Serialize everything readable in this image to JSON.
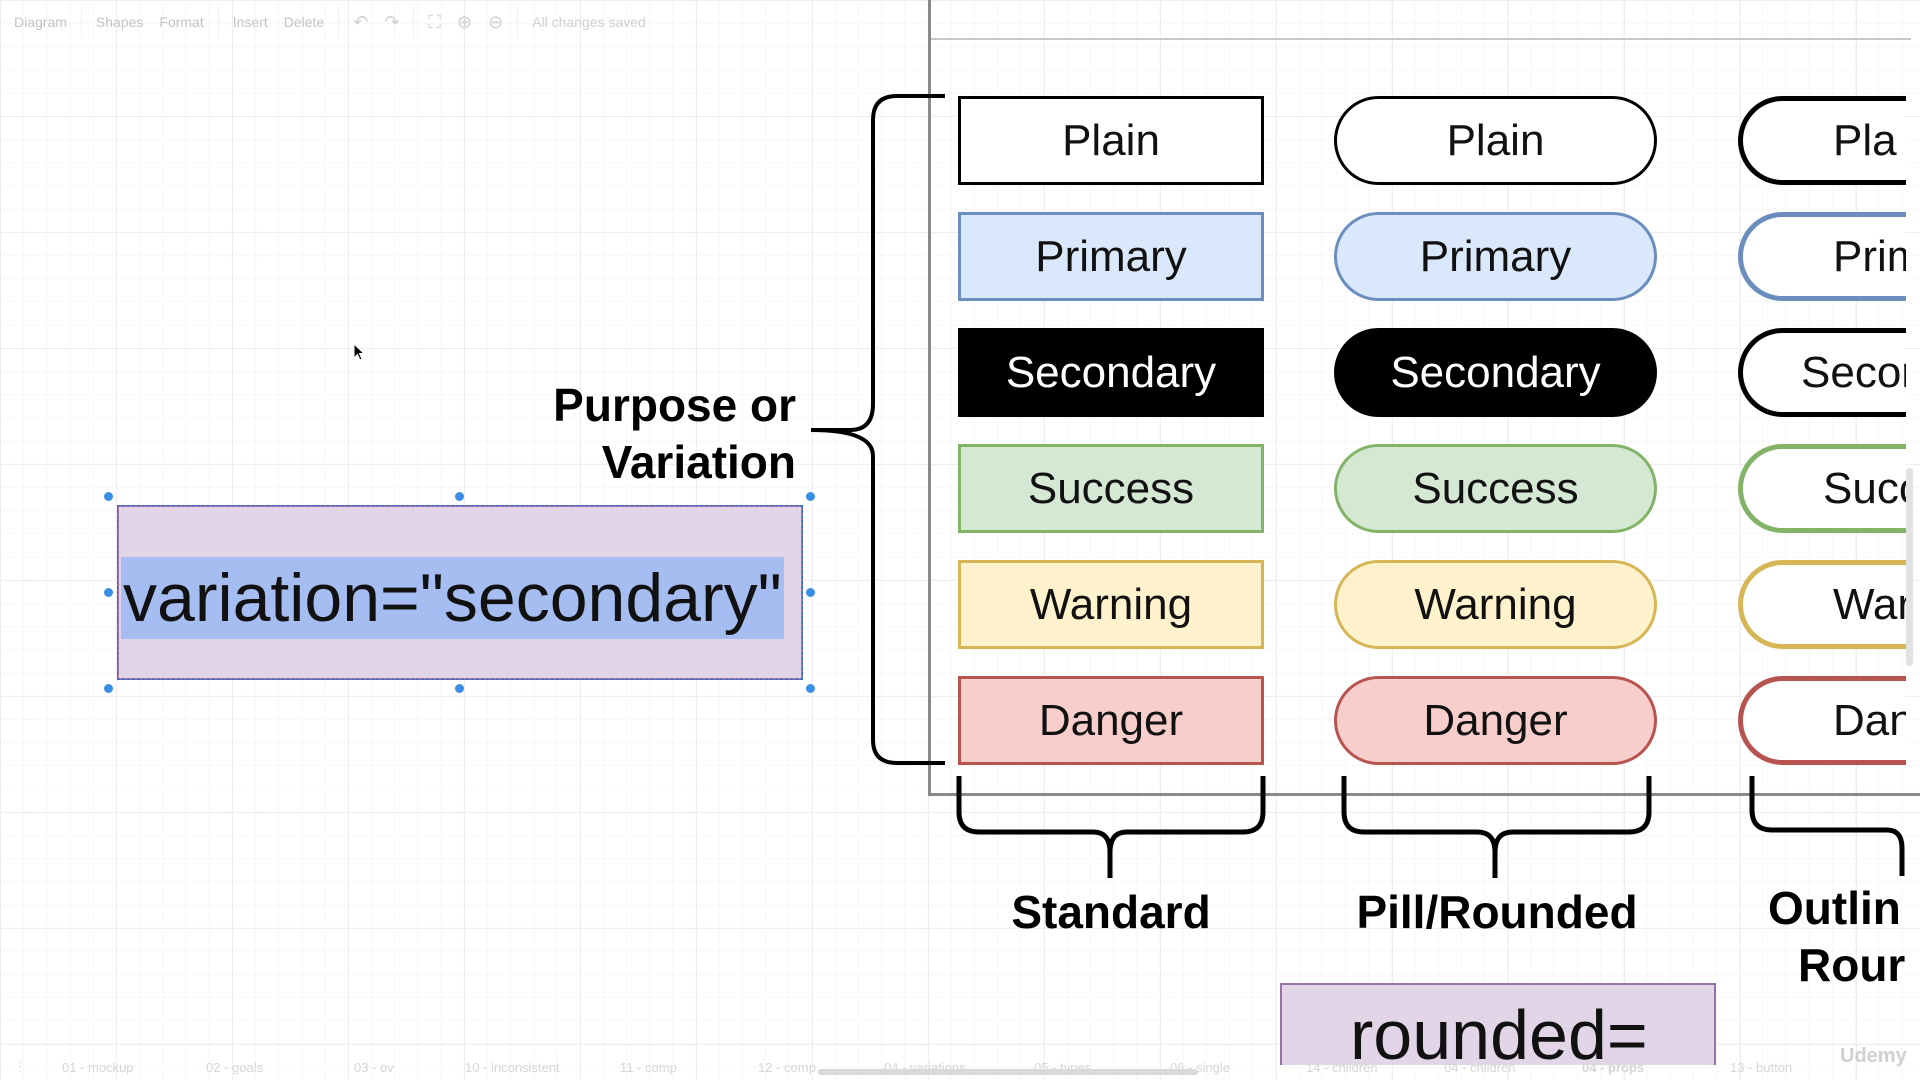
{
  "toolbar": {
    "diagram_menu": "Diagram",
    "shapes": "Shapes",
    "format": "Format",
    "insert": "Insert",
    "delete": "Delete",
    "status": "All changes saved",
    "icons": [
      "undo-icon",
      "redo-icon",
      "fullscreen-icon",
      "zoom-in-icon",
      "zoom-out-icon"
    ]
  },
  "diagram": {
    "purpose_label_line1": "Purpose or",
    "purpose_label_line2": "Variation",
    "selected_text": "variation=\"secondary\"",
    "columns": {
      "standard": "Standard",
      "pill": "Pill/Rounded",
      "outline_line1": "Outlin",
      "outline_line2": "Rour"
    },
    "standard_buttons": [
      "Plain",
      "Primary",
      "Secondary",
      "Success",
      "Warning",
      "Danger"
    ],
    "pill_buttons": [
      "Plain",
      "Primary",
      "Secondary",
      "Success",
      "Warning",
      "Danger"
    ],
    "outline_buttons": [
      "Pla",
      "Prim",
      "Secor",
      "Succ",
      "Warr",
      "Dan"
    ],
    "rounded_text": "rounded="
  },
  "colors": {
    "plain_fill": "#ffffff",
    "plain_border": "#000000",
    "primary_fill": "#dae8fc",
    "primary_border": "#6c8ebf",
    "secondary_fill": "#000000",
    "secondary_border": "#000000",
    "success_fill": "#d5e8d4",
    "success_border": "#82b366",
    "warning_fill": "#fff2cc",
    "warning_border": "#d6b656",
    "danger_fill": "#f8cecc",
    "danger_border": "#b85450",
    "selection_fill": "#e1d5e7",
    "selection_border": "#9673a6",
    "text_highlight": "#a6bdf2"
  },
  "page_tabs": [
    "01 - mockup",
    "02 - goals",
    "03 - ov",
    "10 - inconsistent",
    "11 - comp",
    "12 - comp",
    "04 - variations",
    "05 - types",
    "06 - single",
    "14 - children",
    "04 - children",
    "04 - props",
    "13 - button"
  ],
  "watermark": "Udemy"
}
